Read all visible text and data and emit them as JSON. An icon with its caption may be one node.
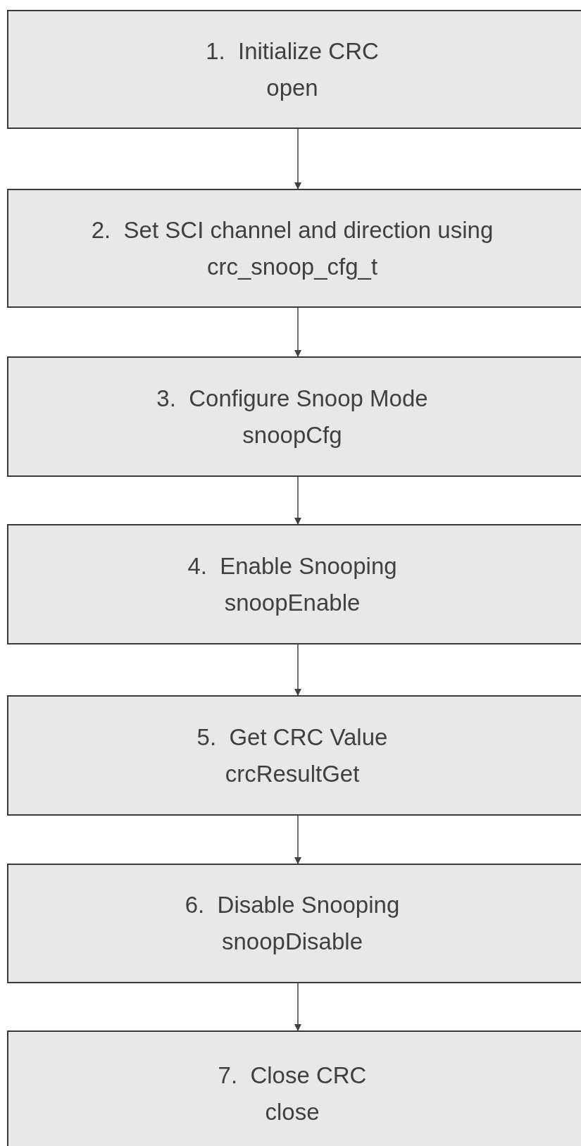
{
  "diagram": {
    "nodes": [
      {
        "text": [
          "1.  Initialize CRC",
          "open"
        ]
      },
      {
        "text": [
          "2.  Set SCI channel and direction using",
          "crc_snoop_cfg_t"
        ]
      },
      {
        "text": [
          "3.  Configure Snoop Mode",
          "snoopCfg"
        ]
      },
      {
        "text": [
          "4.  Enable Snooping",
          "snoopEnable"
        ]
      },
      {
        "text": [
          "5.  Get CRC Value",
          "crcResultGet"
        ]
      },
      {
        "text": [
          "6.  Disable Snooping",
          "snoopDisable"
        ]
      },
      {
        "text": [
          "7.  Close CRC",
          "close"
        ]
      }
    ],
    "edges": [
      {
        "from": 0,
        "to": 1,
        "arrow": "to"
      },
      {
        "from": 1,
        "to": 2,
        "arrow": "to"
      },
      {
        "from": 2,
        "to": 3,
        "arrow": "to"
      },
      {
        "from": 3,
        "to": 4,
        "arrow": "to"
      },
      {
        "from": 4,
        "to": 5,
        "arrow": "to"
      },
      {
        "from": 5,
        "to": 6,
        "arrow": "to"
      }
    ]
  }
}
